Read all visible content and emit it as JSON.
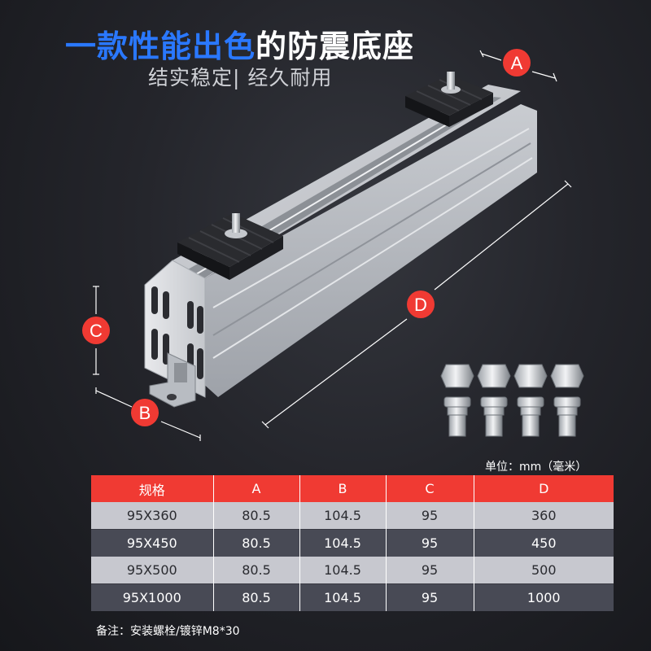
{
  "header": {
    "title_part1": "一款性能出色",
    "title_part2": "的防震底座",
    "subtitle": "结实稳定| 经久耐用"
  },
  "dimension_labels": {
    "a": "A",
    "b": "B",
    "c": "C",
    "d": "D"
  },
  "colors": {
    "accent_blue": "#2a78ff",
    "accent_red": "#f03a33",
    "background": "#1c1d22"
  },
  "unit_note": "单位：mm（毫米）",
  "spec_table": {
    "headers": [
      "规格",
      "A",
      "B",
      "C",
      "D"
    ],
    "rows": [
      [
        "95X360",
        "80.5",
        "104.5",
        "95",
        "360"
      ],
      [
        "95X450",
        "80.5",
        "104.5",
        "95",
        "450"
      ],
      [
        "95X500",
        "80.5",
        "104.5",
        "95",
        "500"
      ],
      [
        "95X1000",
        "80.5",
        "104.5",
        "95",
        "1000"
      ]
    ]
  },
  "footnote": "备注：安装螺栓/镀锌M8*30"
}
